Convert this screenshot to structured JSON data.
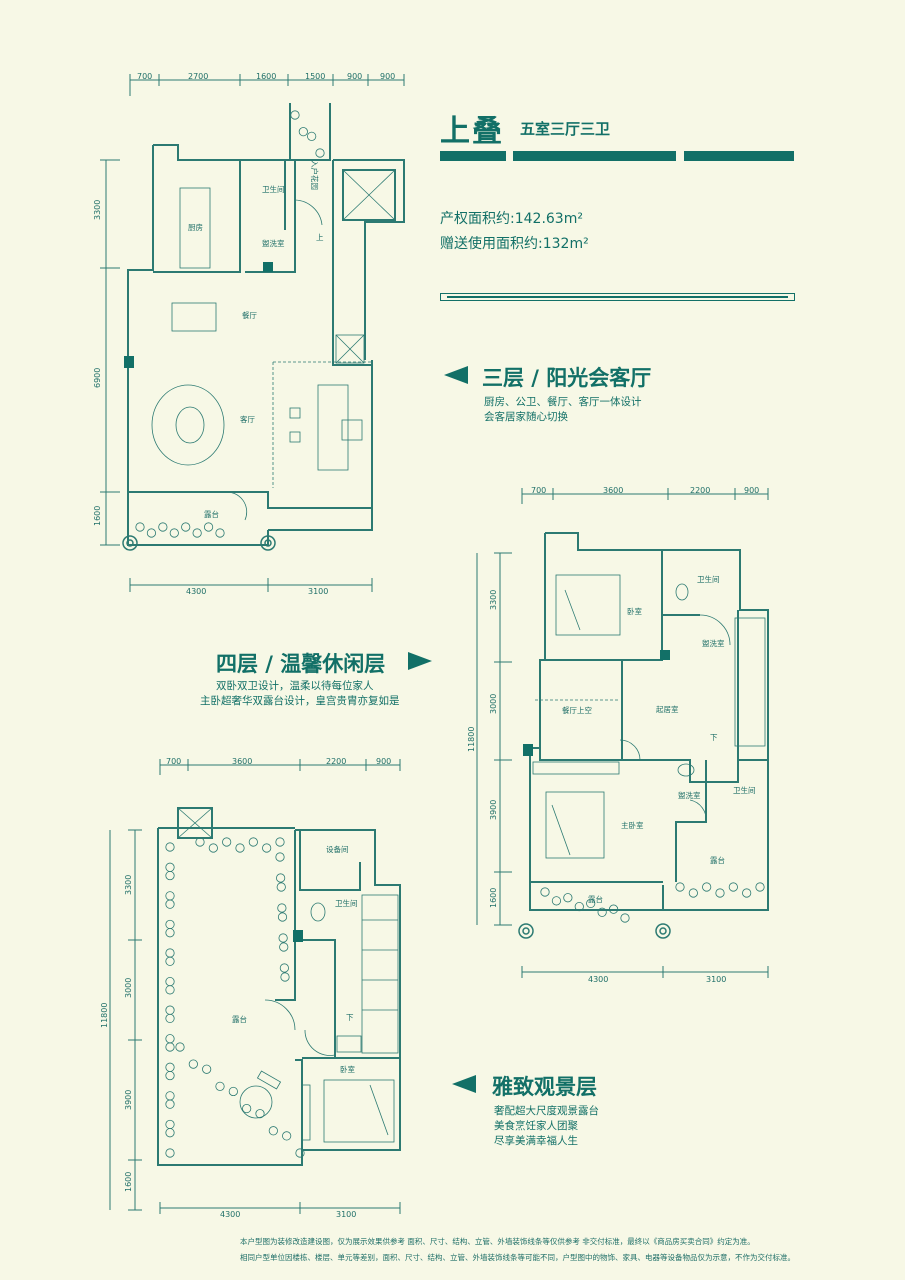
{
  "header": {
    "title": "上叠",
    "subtitle": "五室三厅三卫",
    "property_area": "产权面积约:142.63m²",
    "gift_area": "赠送使用面积约:132m²"
  },
  "floor3": {
    "heading": "三层 / 阳光会客厅",
    "desc1": "厨房、公卫、餐厅、客厅一体设计",
    "desc2": "会客居家随心切换",
    "top_dims": [
      "700",
      "2700",
      "1600",
      "1500",
      "900",
      "900"
    ],
    "left_dims": [
      "3300",
      "6900",
      "1600"
    ],
    "bottom_dims": [
      "4300",
      "3100"
    ],
    "rooms": {
      "bath": "卫生间",
      "kitchen": "厨房",
      "wash": "盥洗室",
      "dining": "餐厅",
      "living": "客厅",
      "terrace": "露台",
      "entry": "入户花园",
      "up": "上"
    }
  },
  "floor4": {
    "heading": "四层 / 温馨休闲层",
    "desc1": "双卧双卫设计，温柔以待每位家人",
    "desc2": "主卧超奢华双露台设计，皇宫贵胄亦复如是",
    "top_dims": [
      "700",
      "3600",
      "2200",
      "900"
    ],
    "left_total": "11800",
    "left_dims": [
      "3300",
      "3000",
      "3900",
      "1600"
    ],
    "bottom_dims": [
      "4300",
      "3100"
    ],
    "rooms": {
      "bedroom": "卧室",
      "bath": "卫生间",
      "wash": "盥洗室",
      "void": "餐厅上空",
      "study": "起居室",
      "master": "主卧室",
      "terrace": "露台",
      "down": "下"
    }
  },
  "floor5": {
    "heading": "雅致观景层",
    "desc1": "奢配超大尺度观景露台",
    "desc2": "美食烹饪家人团聚",
    "desc3": "尽享美满幸福人生",
    "top_dims": [
      "700",
      "3600",
      "2200",
      "900"
    ],
    "left_total": "11800",
    "left_dims": [
      "3300",
      "3000",
      "3900",
      "1600"
    ],
    "bottom_dims": [
      "4300",
      "3100"
    ],
    "rooms": {
      "equip": "设备间",
      "bath": "卫生间",
      "terrace": "露台",
      "bedroom": "卧室",
      "down": "下"
    }
  },
  "footer": {
    "line1": "本户型图为装修改造建设图，仅为展示效果供参考 面积、尺寸、结构、立管、外墙装饰线条等仅供参考 非交付标准，最终以《商品房买卖合同》约定为准。",
    "line2": "相同户型单位因楼栋、楼层、单元等差别，面积、尺寸、结构、立管、外墙装饰线条等可能不同，户型图中的物饰、家具、电器等设备物品仅为示意，不作为交付标准。"
  },
  "colors": {
    "accent": "#127067",
    "background": "#f7f8e6",
    "line": "#2c7a72"
  }
}
